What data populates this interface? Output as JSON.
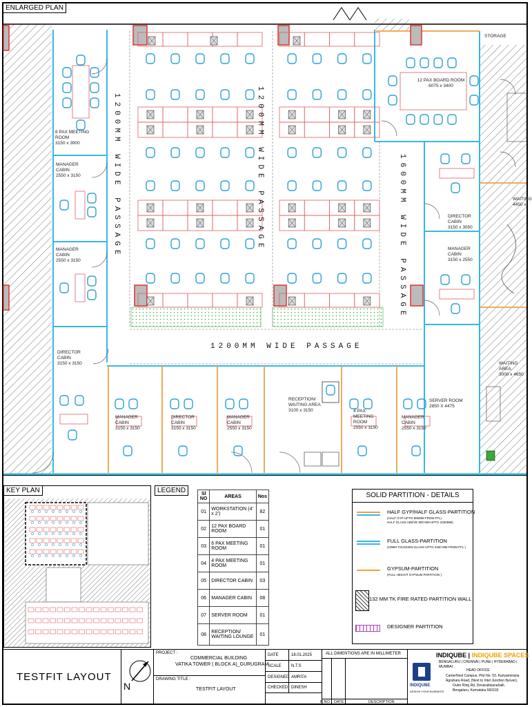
{
  "headers": {
    "enlarged_plan": "ENLARGED PLAN",
    "key_plan": "KEY PLAN",
    "legend": "LEGEND"
  },
  "plan": {
    "passages": {
      "left_vertical": "1200MM WIDE PASSAGE",
      "mid_vertical": "1200MM WIDE PASSAGE",
      "right_vertical": "1600MM WIDE PASSAGE",
      "horizontal": "1200MM WIDE PASSAGE"
    },
    "rooms": {
      "meeting6": {
        "name": "6 PAX MEETING ROOM",
        "size": "3150 x 3900"
      },
      "manager1": {
        "name": "MANAGER CABIN",
        "size": "2550 x 3150"
      },
      "manager2": {
        "name": "MANAGER CABIN",
        "size": "2550 x 3150"
      },
      "director_left": {
        "name": "DIRECTOR CABIN",
        "size": "3150 x 3150"
      },
      "board12": {
        "name": "12 PAX BOARD ROOM",
        "size": "6075 x 3400"
      },
      "director_right": {
        "name": "DIRECTOR CABIN",
        "size": "3150 x 3050"
      },
      "manager_right": {
        "name": "MANAGER CABIN",
        "size": "3150 x 2550"
      },
      "manager_b1": {
        "name": "MANAGER CABIN",
        "size": "3150 x 3150"
      },
      "director_b": {
        "name": "DIRECTOR CABIN",
        "size": "3150 x 3150"
      },
      "manager_b2": {
        "name": "MANAGER CABIN",
        "size": "2550 x 3150"
      },
      "reception": {
        "name": "RECEPTION/ WAITING AREA",
        "size": "3100 x 3150"
      },
      "meeting4": {
        "name": "4 PAX MEETING ROOM",
        "size": "2550 x 3150"
      },
      "manager_b3": {
        "name": "MANAGER CABIN",
        "size": "2550 x 3150"
      },
      "server": {
        "name": "SERVER ROOM",
        "size": "2850 X 4475"
      },
      "waiting_right": {
        "name": "WAITING AREA",
        "size": "3000 x 4650"
      },
      "right_edge": {
        "name": "WAITING",
        "size": "4450 x"
      },
      "storage": {
        "name": "STORAGE"
      }
    }
  },
  "legend": {
    "columns": [
      "Sl NO",
      "AREAS",
      "Nos"
    ],
    "rows": [
      {
        "sl": "01",
        "area": "WORKSTATION (4' x 2')",
        "nos": "82"
      },
      {
        "sl": "02",
        "area": "12 PAX BOARD ROOM",
        "nos": "01"
      },
      {
        "sl": "03",
        "area": "6 PAX MEETING ROOM",
        "nos": "01"
      },
      {
        "sl": "04",
        "area": "4 PAX MEETING ROOM",
        "nos": "01"
      },
      {
        "sl": "05",
        "area": "DIRECTOR CABIN",
        "nos": "03"
      },
      {
        "sl": "06",
        "area": "MANAGER CABIN",
        "nos": "08"
      },
      {
        "sl": "07",
        "area": "SERVER ROOM",
        "nos": "01"
      },
      {
        "sl": "08",
        "area": "RECEPTION/ WAITING LOUNGE",
        "nos": "01"
      }
    ]
  },
  "partition": {
    "title": "SOLID PARTITION - DETAILS",
    "items": [
      {
        "name": "HALF GYP/HALF GLASS-PARTITION",
        "note1": "(HALF GYP UPTO 900MM FROM FFL)",
        "note2": "HALF GLASS ABOVE 900 MM UPTO 2250MM)",
        "color": "#f0a040"
      },
      {
        "name": "FULL GLASS-PARTITION",
        "note1": "(10MM TOUGHEN GLASS UPTO 2250 MM FROM FFL )",
        "color": "#35b8e6"
      },
      {
        "name": "GYPSUM-PARTITION",
        "note1": "(FULL HEIGHT GYPSUM PARTITION )",
        "color": "#f0a040"
      },
      {
        "name": "132 MM TK FIRE RATED PARTITION WALL"
      },
      {
        "name": "DESIGNER PARTITION"
      }
    ]
  },
  "title_block": {
    "drawing_name": "TESTFIT LAYOUT",
    "north": "N",
    "project_label": "PROJECT :",
    "project_line1": "COMMERCIAL BUILDING",
    "project_line2": "VATIKA TOWER ( BLOCK A)_GURUGRAM",
    "drawing_title_label": "DRAWING TITLE :",
    "drawing_title": "TESTFIT LAYOUT",
    "date_label": "DATE",
    "date": "18.01.2025",
    "scale_label": "SCALE",
    "scale": "N.T.S",
    "designed_label": "DESIGNED",
    "designed": "AMRITA",
    "checked_label": "CHECKED",
    "checked": "DINESH",
    "dimensions_note": "ALL DIMENTIONS ARE IN MILLIMETER",
    "rev_cols": [
      "R.NO",
      "DATE",
      "DESCRIPTION"
    ],
    "company_a": "INDIQUBE",
    "company_b": "INDIQUBE SPACES",
    "cities": "BENGALURU | CHENNAI | PUNE | HYDERABAD | MUMBAI",
    "head_office": "HEAD OFFICE",
    "addr1": "CamerNest Campus, Plot No. 53, Kariyammana",
    "addr2": "Agrahara Road, (Next to Intel Junction flyover),",
    "addr3": "Outer Ring Rd, Devarabisanahalli,",
    "addr4": "Bengaluru, Karnataka 560103",
    "logo_text": "INDIQUBE",
    "logo_sub": "DESIGN YOUR BUSINESS"
  },
  "colors": {
    "glass": "#35b8e6",
    "gypsum": "#f0a040",
    "workstation": "#e06060",
    "chair": "#2a9fd6",
    "green": "#3aaa3a"
  }
}
